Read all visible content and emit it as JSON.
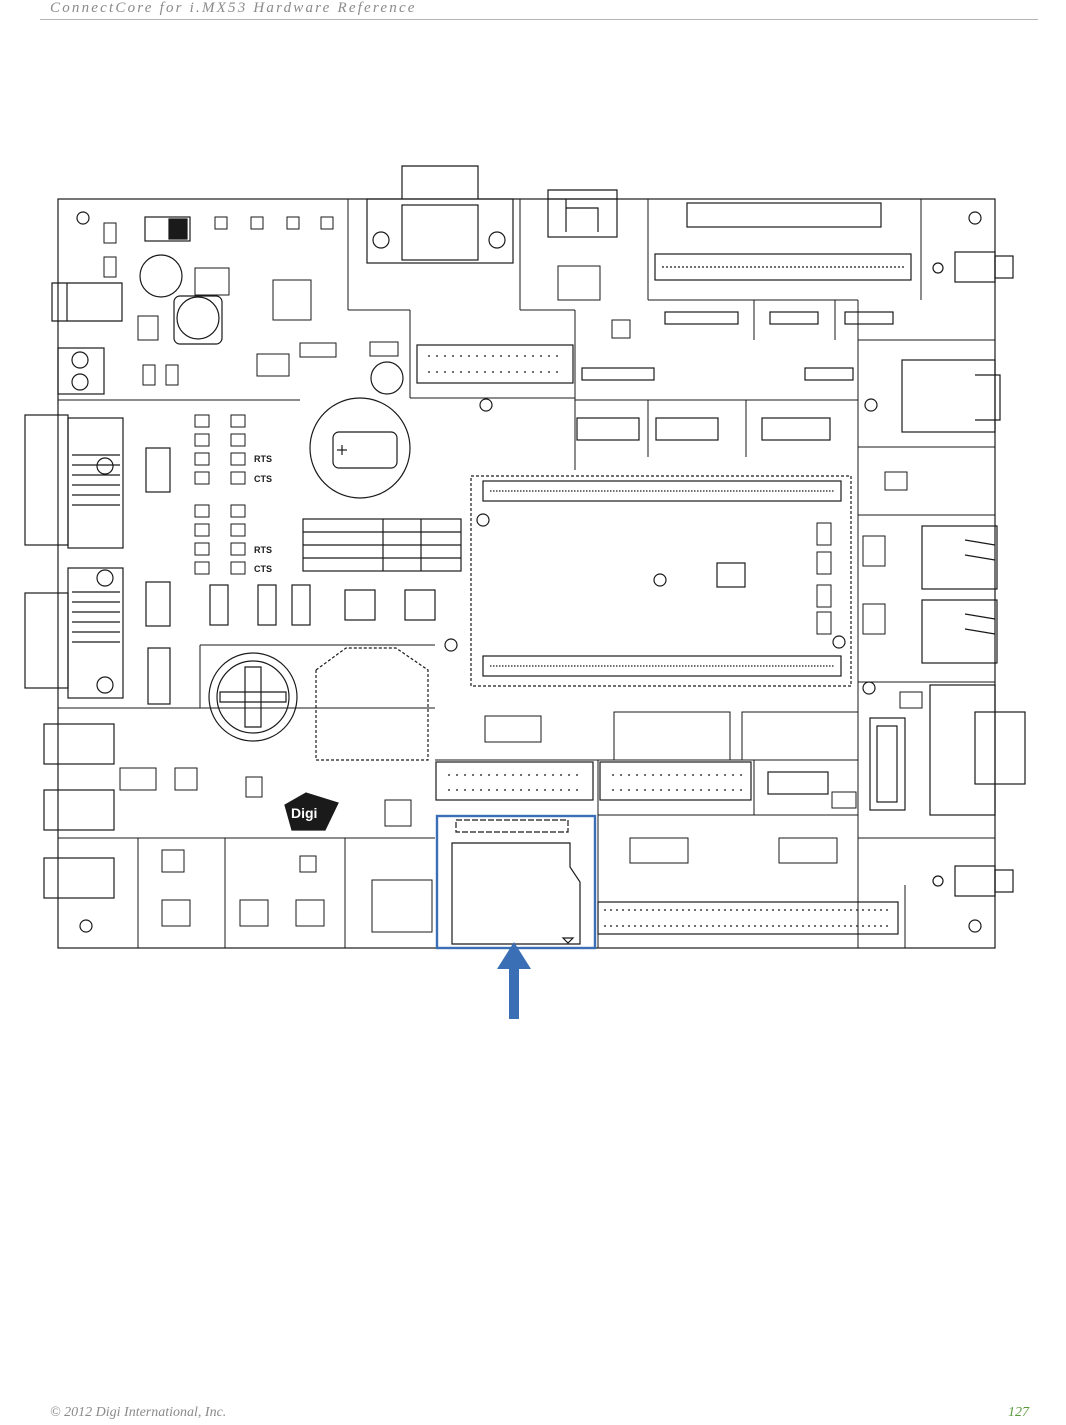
{
  "header": {
    "title": "ConnectCore for i.MX53 Hardware Reference"
  },
  "footer": {
    "copyright": "© 2012 Digi International, Inc.",
    "page_number": "127"
  },
  "board": {
    "silkscreen": {
      "rts_1": "RTS",
      "cts_1": "CTS",
      "rts_2": "RTS",
      "cts_2": "CTS",
      "logo": "Digi"
    },
    "highlight_color": "#3a6fb5",
    "line_color": "#1a1a1a"
  }
}
